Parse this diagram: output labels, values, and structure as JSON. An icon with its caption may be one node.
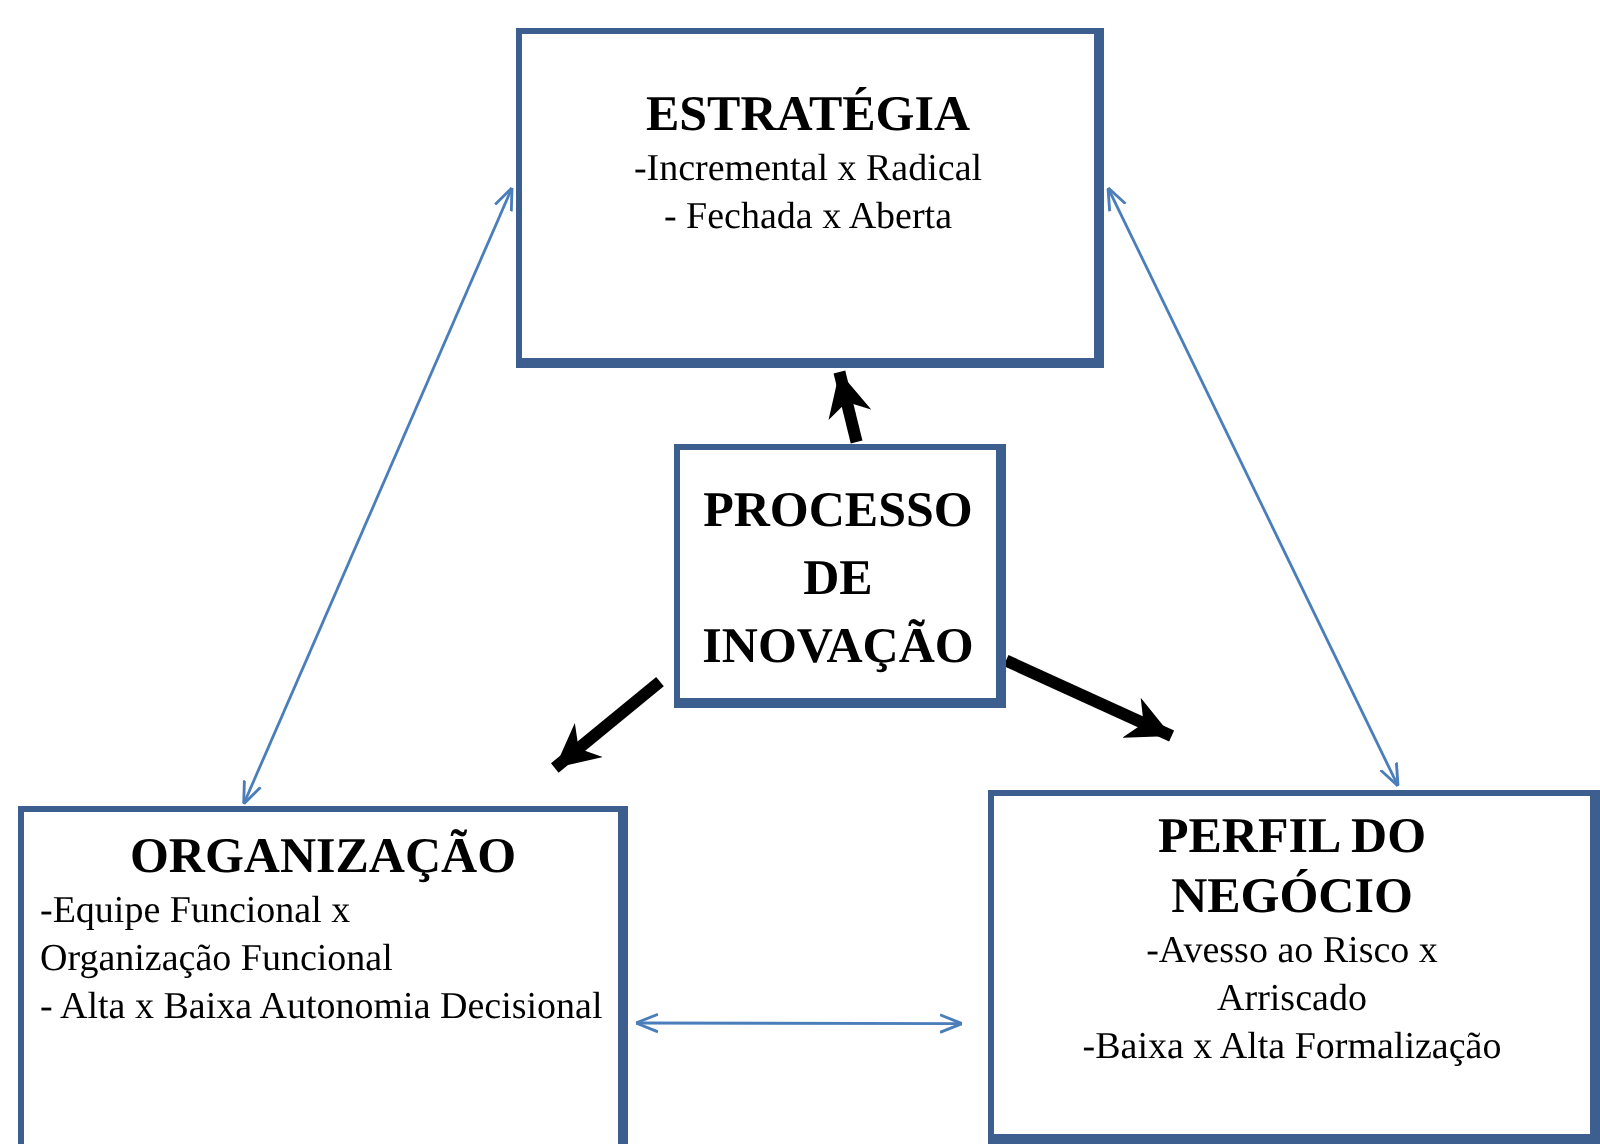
{
  "diagram": {
    "nodes": [
      {
        "text": [
          "ESTRATÉGIA",
          "-Incremental x Radical",
          "- Fechada x Aberta"
        ]
      },
      {
        "text": [
          "PROCESSO DE INOVAÇÃO"
        ]
      },
      {
        "text": [
          "ORGANIZAÇÃO",
          "-Equipe Funcional x Organização Funcional",
          "- Alta x Baixa Autonomia Decisional"
        ]
      },
      {
        "text": [
          "PERFIL DO NEGÓCIO",
          "-Avesso ao Risco x Arriscado",
          "-Baixa x Alta Formalização"
        ]
      }
    ],
    "edges": [
      {
        "from": 1,
        "to": 0,
        "arrow": "to",
        "style": "thick",
        "color": "#000000"
      },
      {
        "from": 1,
        "to": 2,
        "arrow": "to",
        "style": "thick",
        "color": "#000000"
      },
      {
        "from": 1,
        "to": 3,
        "arrow": "to",
        "style": "thick",
        "color": "#000000"
      },
      {
        "from": 0,
        "to": 2,
        "arrow": "both",
        "color": "#4a7ebb"
      },
      {
        "from": 0,
        "to": 3,
        "arrow": "both",
        "color": "#4a7ebb"
      },
      {
        "from": 2,
        "to": 3,
        "arrow": "both",
        "color": "#4a7ebb"
      }
    ]
  }
}
